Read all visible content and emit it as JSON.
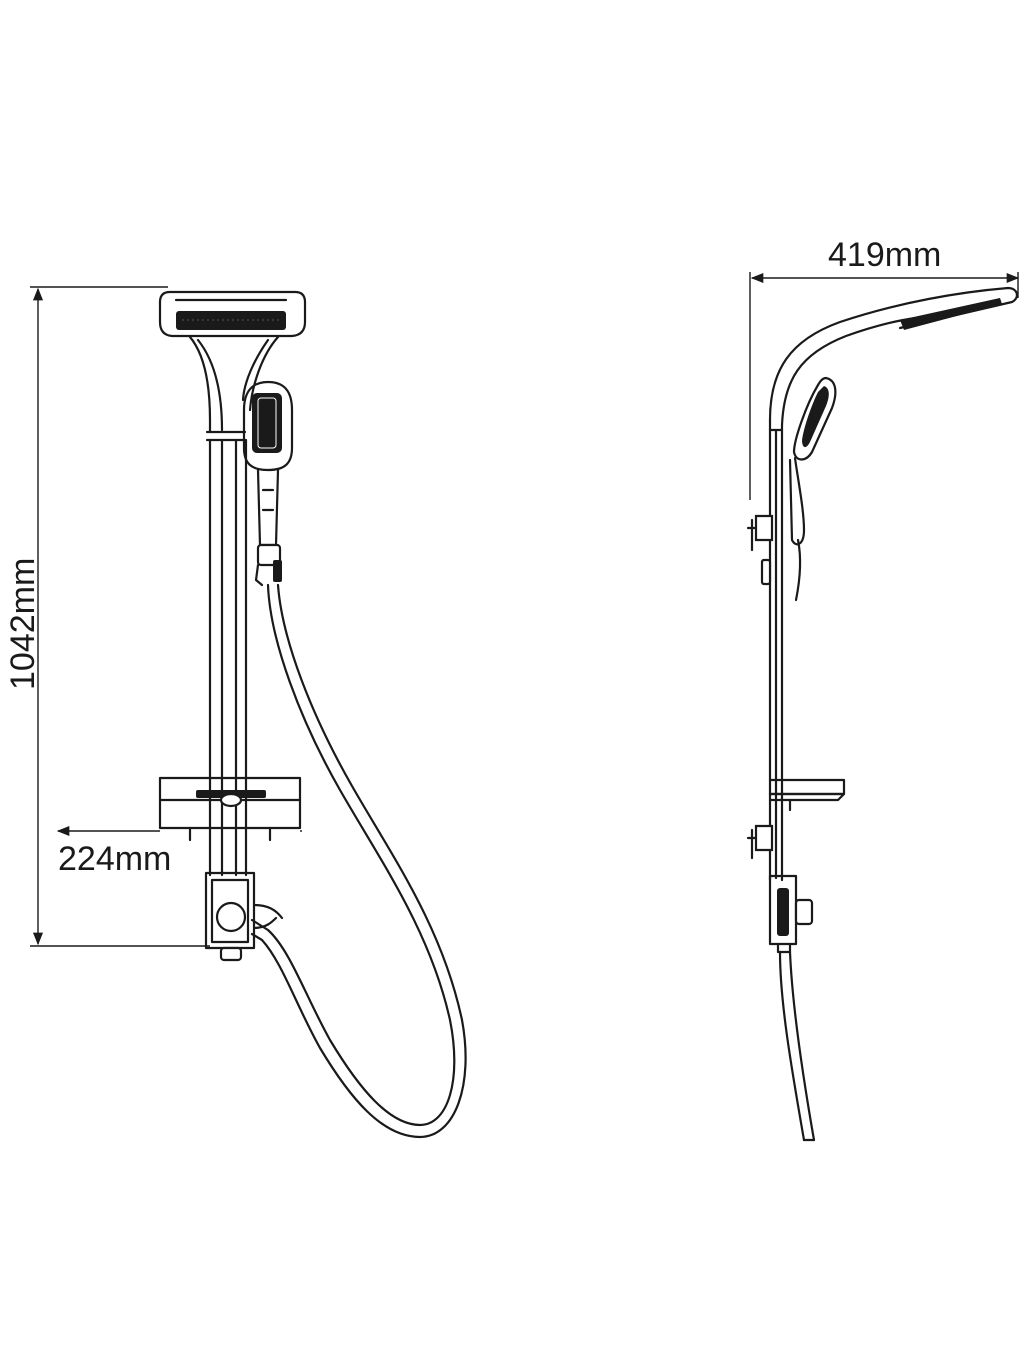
{
  "dimensions": {
    "height_label": "1042mm",
    "depth_label": "224mm",
    "width_label": "419mm"
  },
  "colors": {
    "line": "#1a1a1a",
    "background": "#ffffff"
  }
}
